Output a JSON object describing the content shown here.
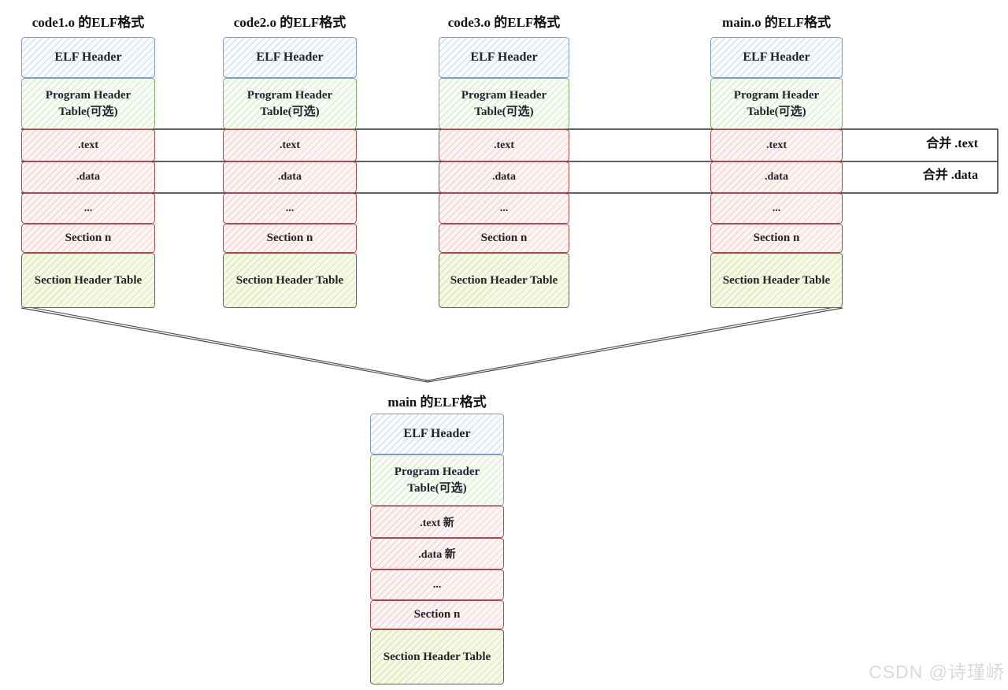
{
  "diagram": {
    "columns": [
      {
        "title": "code1.o 的ELF格式",
        "rows": [
          "ELF Header",
          "Program Header Table(可选)",
          ".text",
          ".data",
          "...",
          "Section n",
          "Section Header Table"
        ]
      },
      {
        "title": "code2.o 的ELF格式",
        "rows": [
          "ELF Header",
          "Program Header Table(可选)",
          ".text",
          ".data",
          "...",
          "Section n",
          "Section Header Table"
        ]
      },
      {
        "title": "code3.o 的ELF格式",
        "rows": [
          "ELF Header",
          "Program Header Table(可选)",
          ".text",
          ".data",
          "...",
          "Section n",
          "Section Header Table"
        ]
      },
      {
        "title": "main.o 的ELF格式",
        "rows": [
          "ELF Header",
          "Program Header Table(可选)",
          ".text",
          ".data",
          "...",
          "Section n",
          "Section Header Table"
        ]
      },
      {
        "title": "main 的ELF格式",
        "rows": [
          "ELF Header",
          "Program Header Table(可选)",
          ".text 新",
          ".data 新",
          "...",
          "Section n",
          "Section Header Table"
        ]
      }
    ],
    "merge_labels": {
      "text": "合并 .text",
      "data": "合并 .data"
    },
    "watermark": "CSDN @诗瑾峤",
    "colors": {
      "elf_header_border": "#7e9cc8",
      "program_header_border": "#7fae6d",
      "section_border": "#b04a4a",
      "section_header_table_border": "#5f6554",
      "connector_line": "#333333"
    }
  }
}
